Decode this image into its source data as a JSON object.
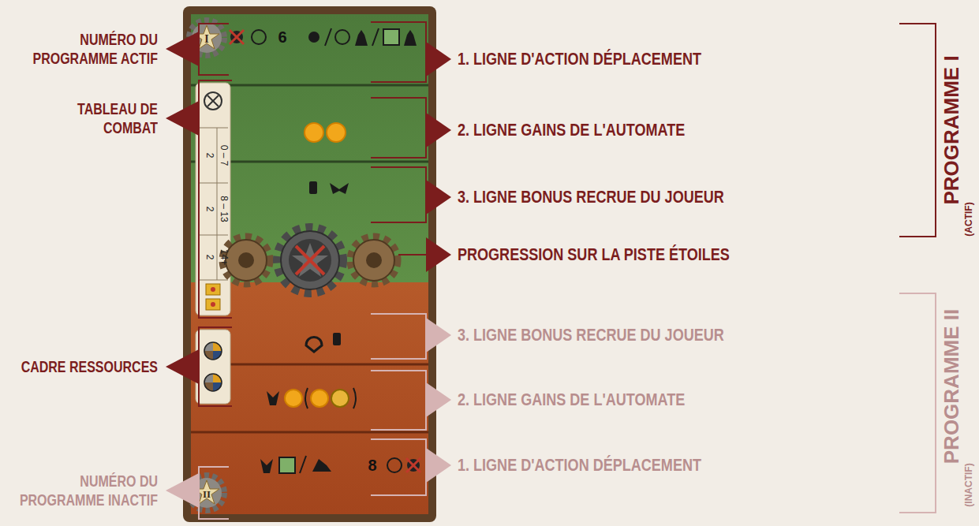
{
  "diagram": {
    "labels": [
      "NUMÉRO DU PROGRAMME ACTIF",
      "TABLEAU DE COMBAT",
      "CADRE RESSOURCES",
      "NUMÉRO DU PROGRAMME INACTIF",
      "1. LIGNE D'ACTION DÉPLACEMENT",
      "2. LIGNE GAINS DE L'AUTOMATE",
      "3. LIGNE BONUS RECRUE DU JOUEUR",
      "PROGRESSION SUR LA PISTE ÉTOILES",
      "3. LIGNE BONUS RECRUE DU JOUEUR",
      "2. LIGNE GAINS DE L'AUTOMATE",
      "1. LIGNE D'ACTION DÉPLACEMENT",
      "PROGRAMME I",
      "(ACTIF)",
      "PROGRAMME II",
      "(INACTIF)",
      "I",
      "II",
      "6",
      "8",
      "2",
      "0 – 7",
      "2",
      "8 – 13",
      "2",
      "14+"
    ]
  }
}
